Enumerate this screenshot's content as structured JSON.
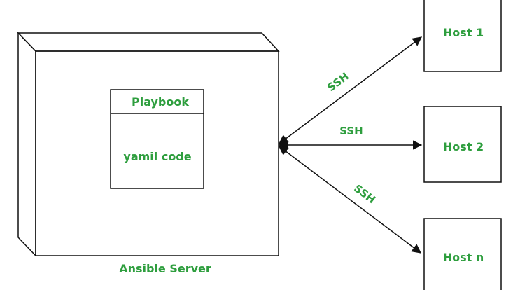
{
  "colors": {
    "label": "#2e9e3e",
    "line": "#111111",
    "background": "#ffffff"
  },
  "server": {
    "label": "Ansible Server",
    "playbook": {
      "title": "Playbook",
      "body": "yamil code"
    }
  },
  "hosts": [
    {
      "label": "Host 1"
    },
    {
      "label": "Host 2"
    },
    {
      "label": "Host n"
    }
  ],
  "connections": [
    {
      "label": "SSH",
      "to": "Host 1"
    },
    {
      "label": "SSH",
      "to": "Host 2"
    },
    {
      "label": "SSH",
      "to": "Host n"
    }
  ]
}
